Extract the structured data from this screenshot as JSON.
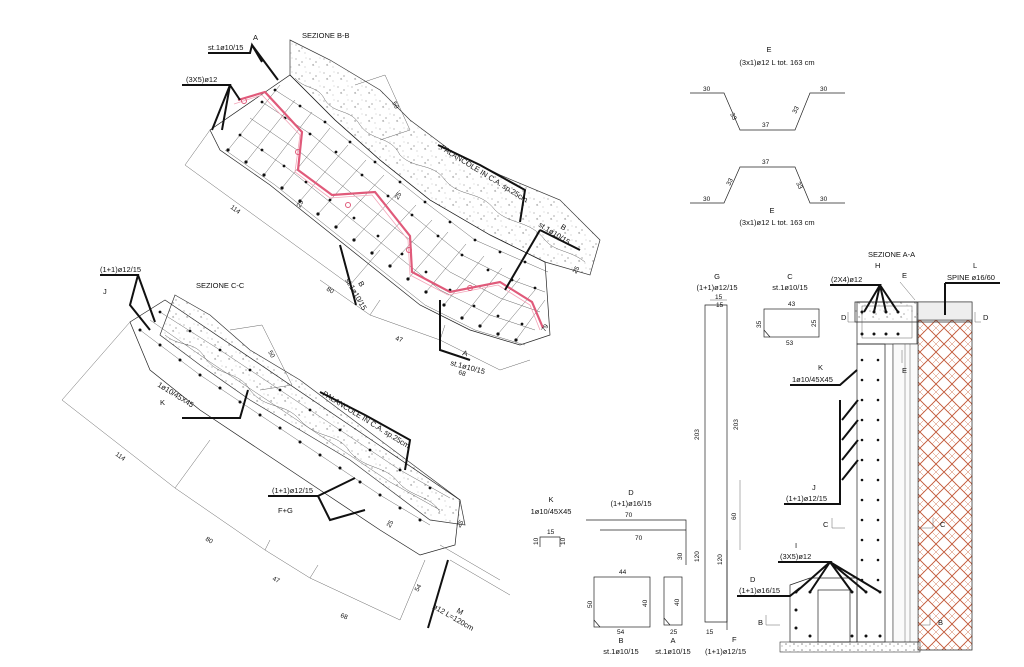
{
  "sections": {
    "bb": {
      "title": "SEZIONE B-B",
      "label_a": "A",
      "label_a_spec": "st.1ø10/15",
      "label_i_spec": "(3X5)ø12",
      "dim_50": "50",
      "palancole": "PALANCOLE IN C.A. sp.25cm",
      "label_b_right": "B",
      "label_b_right_spec": "st.1ø10/15",
      "dim_25_right": "25",
      "dim_114": "114",
      "dim_80": "80",
      "dim_47": "47",
      "dim_68": "68",
      "dim_25a": "25",
      "dim_25b": "25",
      "dim_79": "79",
      "label_b_bottom": "B",
      "label_b_bottom_spec": "st.1ø10/15",
      "label_a_bottom": "A",
      "label_a_bottom_spec": "st.1ø10/15"
    },
    "cc": {
      "title": "SEZIONE C-C",
      "label_j_spec": "(1+1)ø12/15",
      "label_j": "J",
      "dim_50": "50",
      "label_k_spec": "1ø10/45X45",
      "label_k": "K",
      "palancole": "PALANCOLE IN C.A. sp.25cm",
      "dim_114": "114",
      "label_fg_spec": "(1+1)ø12/15",
      "label_fg": "F+G",
      "dim_25a": "25",
      "dim_25b": "25",
      "dim_80": "80",
      "dim_47": "47",
      "dim_68": "68",
      "dim_54": "54",
      "label_m": "M",
      "label_m_spec": "ø12 L=120cm"
    },
    "aa": {
      "title": "SEZIONE A-A",
      "label_h": "H",
      "label_h_spec": "(2X4)ø12",
      "label_e1": "E",
      "label_e2": "E",
      "label_l": "L",
      "label_l_spec": "SPINE ø16/60",
      "label_d_left": "D",
      "label_d_right": "D",
      "label_k": "K",
      "label_k_spec": "1ø10/45X45",
      "label_j": "J",
      "label_j_spec": "(1+1)ø12/15",
      "label_c_left": "C",
      "label_c_right": "C",
      "label_i": "I",
      "label_i_spec": "(3X5)ø12",
      "label_d2": "D",
      "label_d2_spec": "(1+1)ø16/15",
      "label_b_left": "B",
      "label_b_right": "B"
    }
  },
  "bars": {
    "e_top": {
      "label": "E",
      "spec": "(3x1)ø12  L  tot.  163  cm",
      "d1": "30",
      "d2": "33",
      "d3": "37",
      "d4": "33",
      "d5": "30"
    },
    "e_bottom": {
      "label": "E",
      "spec": "(3x1)ø12  L  tot.  163  cm",
      "d1": "30",
      "d2": "33",
      "d3": "37",
      "d4": "33",
      "d5": "30"
    },
    "g": {
      "label": "G",
      "spec": "(1+1)ø12/15",
      "d_top": "15",
      "d_203a": "203",
      "d_203b": "203",
      "d_120": "120",
      "d_15": "15"
    },
    "c": {
      "label": "C",
      "spec": "st.1ø10/15",
      "d_43": "43",
      "d_35": "35",
      "d_25": "25",
      "d_53": "53"
    },
    "k": {
      "label": "K",
      "spec": "1ø10/45X45",
      "d_15": "15",
      "d_10a": "10",
      "d_10b": "10"
    },
    "d": {
      "label": "D",
      "spec": "(1+1)ø16/15",
      "d_70a": "70",
      "d_70b": "70",
      "d_30": "30",
      "d_120": "120"
    },
    "b": {
      "label": "B",
      "spec": "st.1ø10/15",
      "d_44": "44",
      "d_50": "50",
      "d_40": "40",
      "d_54": "54"
    },
    "a": {
      "label": "A",
      "spec": "st.1ø10/15",
      "d_40": "40",
      "d_25": "25"
    },
    "f": {
      "label": "F",
      "spec": "(1+1)ø12/15",
      "d_120": "120",
      "d_60": "60",
      "d_15": "15"
    }
  }
}
